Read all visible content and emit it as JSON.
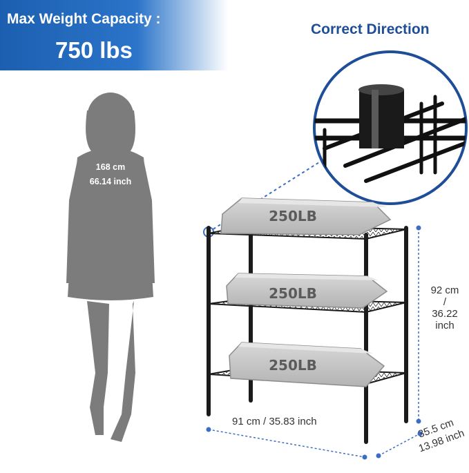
{
  "banner": {
    "line1": "Max Weight Capacity :",
    "line2": "750 lbs",
    "color": "#1c5fb0"
  },
  "callout": {
    "title": "Correct Direction",
    "title_color": "#1f4e98"
  },
  "person": {
    "height_cm": "168 cm",
    "height_inch": "66.14 inch"
  },
  "shelf": {
    "load_label": "250LB",
    "height_line1": "92 cm",
    "height_line2": "/",
    "height_line3": "36.22",
    "height_line4": "inch",
    "width_label": "91 cm / 35.83 inch",
    "depth_line1": "35.5 cm",
    "depth_line2": "13.98 inch",
    "dim_color": "#3d6cc4"
  }
}
